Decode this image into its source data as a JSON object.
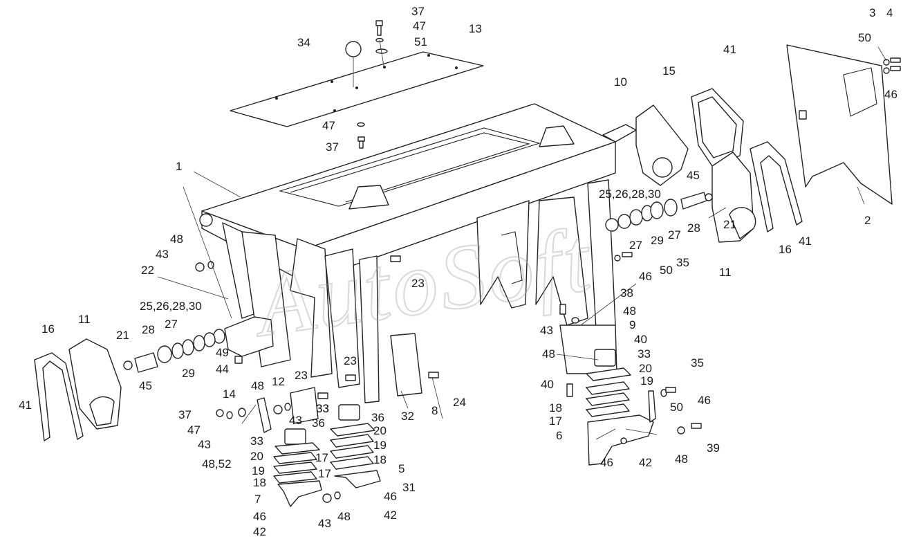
{
  "watermark": "AutoSoft",
  "callouts": [
    {
      "text": "37"
    },
    {
      "text": "47"
    },
    {
      "text": "51"
    },
    {
      "text": "34"
    },
    {
      "text": "13"
    },
    {
      "text": "47"
    },
    {
      "text": "37"
    },
    {
      "text": "1"
    },
    {
      "text": "10"
    },
    {
      "text": "15"
    },
    {
      "text": "41"
    },
    {
      "text": "3"
    },
    {
      "text": "4"
    },
    {
      "text": "50"
    },
    {
      "text": "46"
    },
    {
      "text": "2"
    },
    {
      "text": "16"
    },
    {
      "text": "41"
    },
    {
      "text": "11"
    },
    {
      "text": "21"
    },
    {
      "text": "28"
    },
    {
      "text": "27"
    },
    {
      "text": "45"
    },
    {
      "text": "25,26,28,30"
    },
    {
      "text": "29"
    },
    {
      "text": "27"
    },
    {
      "text": "35"
    },
    {
      "text": "50"
    },
    {
      "text": "46"
    },
    {
      "text": "38"
    },
    {
      "text": "48"
    },
    {
      "text": "43"
    },
    {
      "text": "48"
    },
    {
      "text": "9"
    },
    {
      "text": "40"
    },
    {
      "text": "33"
    },
    {
      "text": "20"
    },
    {
      "text": "19"
    },
    {
      "text": "40"
    },
    {
      "text": "18"
    },
    {
      "text": "17"
    },
    {
      "text": "6"
    },
    {
      "text": "35"
    },
    {
      "text": "46"
    },
    {
      "text": "50"
    },
    {
      "text": "39"
    },
    {
      "text": "48"
    },
    {
      "text": "46"
    },
    {
      "text": "42"
    },
    {
      "text": "48"
    },
    {
      "text": "43"
    },
    {
      "text": "22"
    },
    {
      "text": "23"
    },
    {
      "text": "25,26,28,30"
    },
    {
      "text": "11"
    },
    {
      "text": "16"
    },
    {
      "text": "21"
    },
    {
      "text": "28"
    },
    {
      "text": "27"
    },
    {
      "text": "29"
    },
    {
      "text": "45"
    },
    {
      "text": "41"
    },
    {
      "text": "49"
    },
    {
      "text": "44"
    },
    {
      "text": "23"
    },
    {
      "text": "12"
    },
    {
      "text": "23"
    },
    {
      "text": "48"
    },
    {
      "text": "14"
    },
    {
      "text": "37"
    },
    {
      "text": "47"
    },
    {
      "text": "43"
    },
    {
      "text": "48,52"
    },
    {
      "text": "33"
    },
    {
      "text": "43"
    },
    {
      "text": "36"
    },
    {
      "text": "33"
    },
    {
      "text": "20"
    },
    {
      "text": "19"
    },
    {
      "text": "18"
    },
    {
      "text": "7"
    },
    {
      "text": "46"
    },
    {
      "text": "42"
    },
    {
      "text": "33"
    },
    {
      "text": "36"
    },
    {
      "text": "20"
    },
    {
      "text": "19"
    },
    {
      "text": "18"
    },
    {
      "text": "17"
    },
    {
      "text": "17"
    },
    {
      "text": "5"
    },
    {
      "text": "31"
    },
    {
      "text": "46"
    },
    {
      "text": "42"
    },
    {
      "text": "43"
    },
    {
      "text": "48"
    },
    {
      "text": "32"
    },
    {
      "text": "8"
    },
    {
      "text": "24"
    }
  ]
}
